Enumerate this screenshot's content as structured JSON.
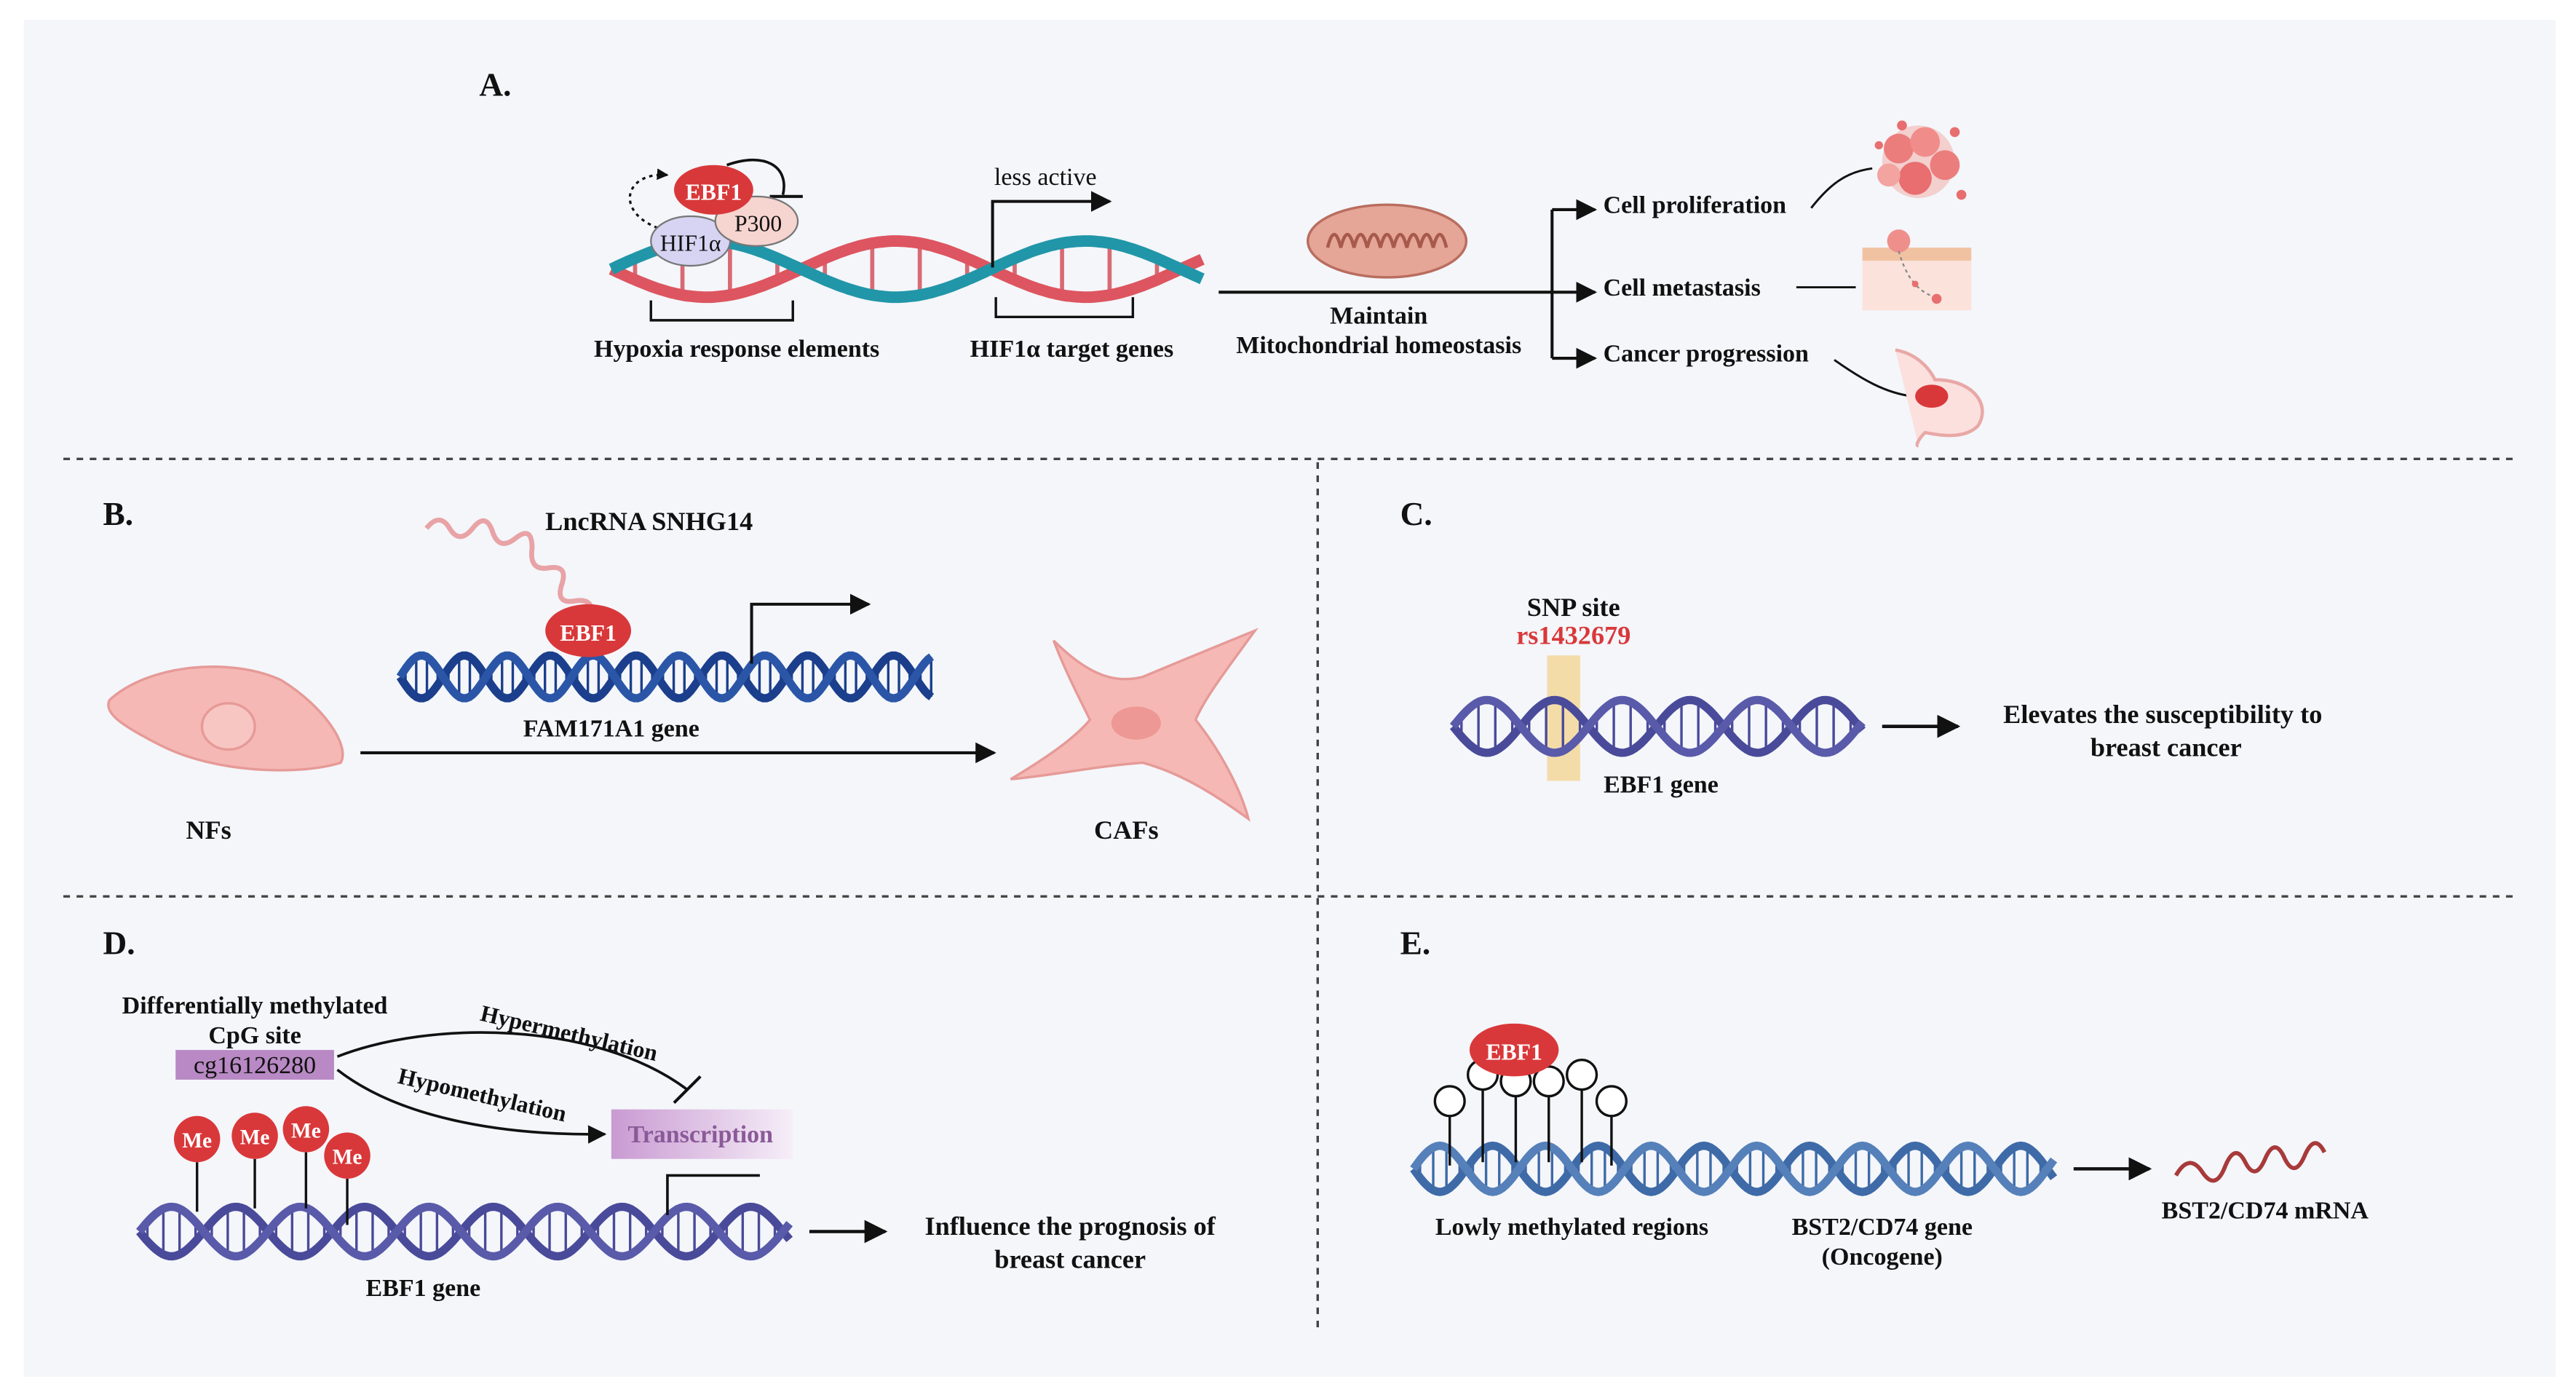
{
  "panel_a": {
    "label": "A.",
    "ebf1": "EBF1",
    "p300": "P300",
    "hif1a": "HIF1α",
    "less_active": "less active",
    "hre": "Hypoxia response elements",
    "hif_targets": "HIF1α target genes",
    "maintain": "Maintain",
    "mito": "Mitochondrial homeostasis",
    "outcome_1": "Cell proliferation",
    "outcome_2": "Cell metastasis",
    "outcome_3": "Cancer progression"
  },
  "panel_b": {
    "label": "B.",
    "lncrna": "LncRNA SNHG14",
    "ebf1": "EBF1",
    "gene": "FAM171A1 gene",
    "nfs": "NFs",
    "cafs": "CAFs"
  },
  "panel_c": {
    "label": "C.",
    "snp": "SNP site",
    "rs": "rs1432679",
    "gene": "EBF1 gene",
    "result_1": "Elevates the susceptibility to",
    "result_2": "breast cancer"
  },
  "panel_d": {
    "label": "D.",
    "dm_1": "Differentially methylated",
    "dm_2": "CpG site",
    "cg": "cg16126280",
    "hyper": "Hypermethylation",
    "hypo": "Hypomethylation",
    "transcription": "Transcription",
    "me": "Me",
    "gene": "EBF1 gene",
    "result_1": "Influence the prognosis of",
    "result_2": "breast cancer"
  },
  "panel_e": {
    "label": "E.",
    "ebf1": "EBF1",
    "lowly": "Lowly methylated regions",
    "gene_1": "BST2/CD74 gene",
    "gene_2": "(Oncogene)",
    "mrna": "BST2/CD74 mRNA"
  },
  "colors": {
    "panel_bg": "#f4f6fa",
    "ebf1_red": "#d9383a",
    "dna_red": "#dd5560",
    "dna_teal": "#2196a8",
    "dna_navy": "#1b3f8c",
    "dna_purple": "#4a4a9a",
    "cell_pink": "#f5b8b5",
    "snp_highlight": "#f3d79a",
    "cg_box": "#b889c4",
    "rs_text": "#d9383a"
  }
}
